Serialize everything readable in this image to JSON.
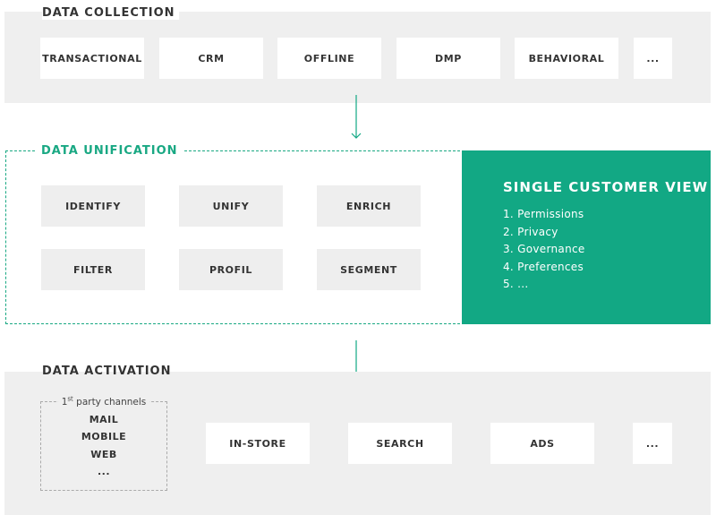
{
  "collection": {
    "title": "DATA COLLECTION",
    "items": [
      "TRANSACTIONAL",
      "CRM",
      "OFFLINE",
      "DMP",
      "BEHAVIORAL",
      "..."
    ]
  },
  "unification": {
    "title": "DATA UNIFICATION",
    "items": [
      "IDENTIFY",
      "UNIFY",
      "ENRICH",
      "FILTER",
      "PROFIL",
      "SEGMENT"
    ]
  },
  "scv": {
    "title": "SINGLE CUSTOMER VIEW",
    "items": [
      "1. Permissions",
      "2. Privacy",
      "3. Governance",
      "4. Preferences",
      "5. ..."
    ]
  },
  "activation": {
    "title": "DATA ACTIVATION",
    "channels_label_prefix": "1",
    "channels_label_sup": "st",
    "channels_label_suffix": " party channels",
    "channels": [
      "MAIL",
      "MOBILE",
      "WEB",
      "..."
    ],
    "items": [
      "IN-STORE",
      "SEARCH",
      "ADS",
      "..."
    ]
  },
  "colors": {
    "accent": "#12a884",
    "band": "#efefef",
    "box_grey": "#eeeeee"
  }
}
